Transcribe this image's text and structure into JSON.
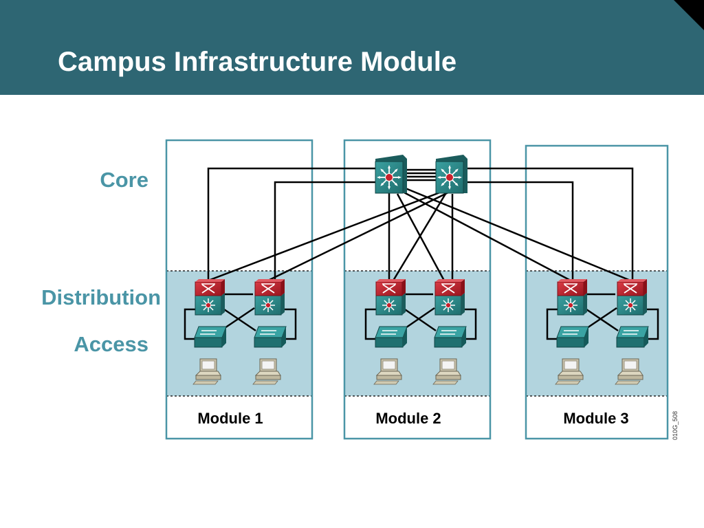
{
  "title": "Campus Infrastructure Module",
  "layers": {
    "core": "Core",
    "distribution": "Distribution",
    "access": "Access"
  },
  "modules": [
    {
      "label": "Module 1"
    },
    {
      "label": "Module 2"
    },
    {
      "label": "Module 3"
    }
  ],
  "figure_code": "010G_508",
  "colors": {
    "header": "#2e6673",
    "layer_text": "#4a95a6",
    "module_border": "#4a95a6",
    "module_fill": "#b2d4de",
    "switch_teal": "#2e8b8b",
    "router_red": "#c8202c"
  },
  "icons": {
    "core": "layer3-switch-icon",
    "distribution_top": "router-icon",
    "distribution_bottom": "layer3-switch-icon",
    "access": "workgroup-switch-icon",
    "endpoint": "workstation-icon"
  }
}
